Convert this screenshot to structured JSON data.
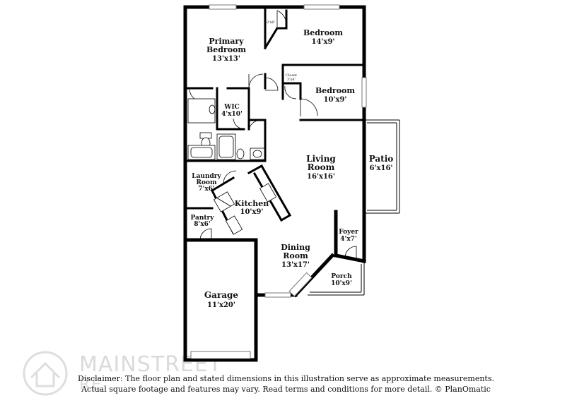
{
  "rooms": {
    "primary_bedroom": {
      "name_line1": "Primary",
      "name_line2": "Bedroom",
      "dim": "13'x13'"
    },
    "bedroom_1": {
      "name": "Bedroom",
      "dim": "14'x9'"
    },
    "bedroom_2": {
      "name": "Bedroom",
      "dim": "10'x9'"
    },
    "wic": {
      "name": "WIC",
      "dim": "4'x10'"
    },
    "closet_small": {
      "name": "Closet",
      "dim": "3'x4'"
    },
    "closet_top": {
      "dim": "2'x6'"
    },
    "living_room": {
      "name_line1": "Living",
      "name_line2": "Room",
      "dim": "16'x16'"
    },
    "patio": {
      "name": "Patio",
      "dim": "6'x16'"
    },
    "laundry": {
      "name_line1": "Laundry",
      "name_line2": "Room",
      "dim": "7'x6'"
    },
    "kitchen": {
      "name": "Kitchen",
      "dim": "10'x9'"
    },
    "pantry": {
      "name": "Pantry",
      "dim": "8'x6'"
    },
    "foyer": {
      "name": "Foyer",
      "dim": "4'x7'"
    },
    "dining_room": {
      "name_line1": "Dining",
      "name_line2": "Room",
      "dim": "13'x17'"
    },
    "porch": {
      "name": "Porch",
      "dim": "10'x9'"
    },
    "garage": {
      "name": "Garage",
      "dim": "11'x20'"
    }
  },
  "watermark": {
    "line1": "MAINSTREET",
    "line2": "RE"
  },
  "disclaimer": {
    "line1": "Disclaimer: The floor plan and stated dimensions in this illustration serve as approximate measurements.",
    "line2": "Actual square footage and features may vary. Read terms and conditions for more detail. © PlanOmatic"
  }
}
